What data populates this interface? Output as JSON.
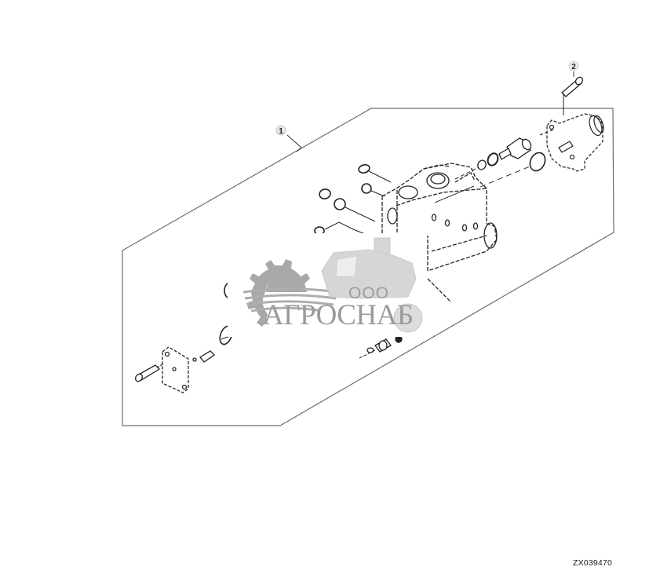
{
  "diagram": {
    "type": "exploded-parts-view",
    "subject": "hydraulic valve assembly",
    "callouts": [
      {
        "id": 1,
        "label": "1"
      },
      {
        "id": 2,
        "label": "2"
      }
    ],
    "figure_id": "ZX039470"
  },
  "watermark": {
    "prefix": "ООО",
    "name": "АГРОСНАБ"
  },
  "colors": {
    "line": "#2b2b2b",
    "frame": "#6e6e6e",
    "watermark": "#8a8a8a",
    "background": "#ffffff"
  }
}
